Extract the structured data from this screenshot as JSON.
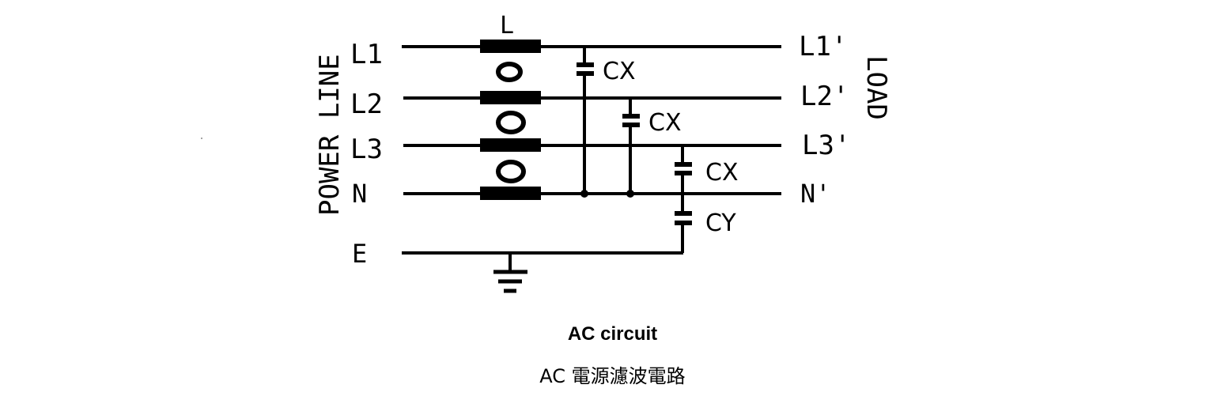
{
  "diagram": {
    "side_labels": {
      "left": "POWER LINE",
      "right": "LOAD"
    },
    "inputs": [
      "L1",
      "L2",
      "L3",
      "N",
      "E"
    ],
    "outputs": [
      "L1'",
      "L2'",
      "L3'",
      "N'"
    ],
    "inductor_label": "L",
    "capacitors": [
      {
        "label": "CX",
        "between": [
          "L1",
          "N"
        ]
      },
      {
        "label": "CX",
        "between": [
          "L2",
          "N"
        ]
      },
      {
        "label": "CX",
        "between": [
          "L3",
          "N"
        ]
      },
      {
        "label": "CY",
        "between": [
          "N",
          "E"
        ]
      }
    ],
    "caption_en": "AC circuit",
    "caption_zh": "AC 電源濾波電路"
  }
}
